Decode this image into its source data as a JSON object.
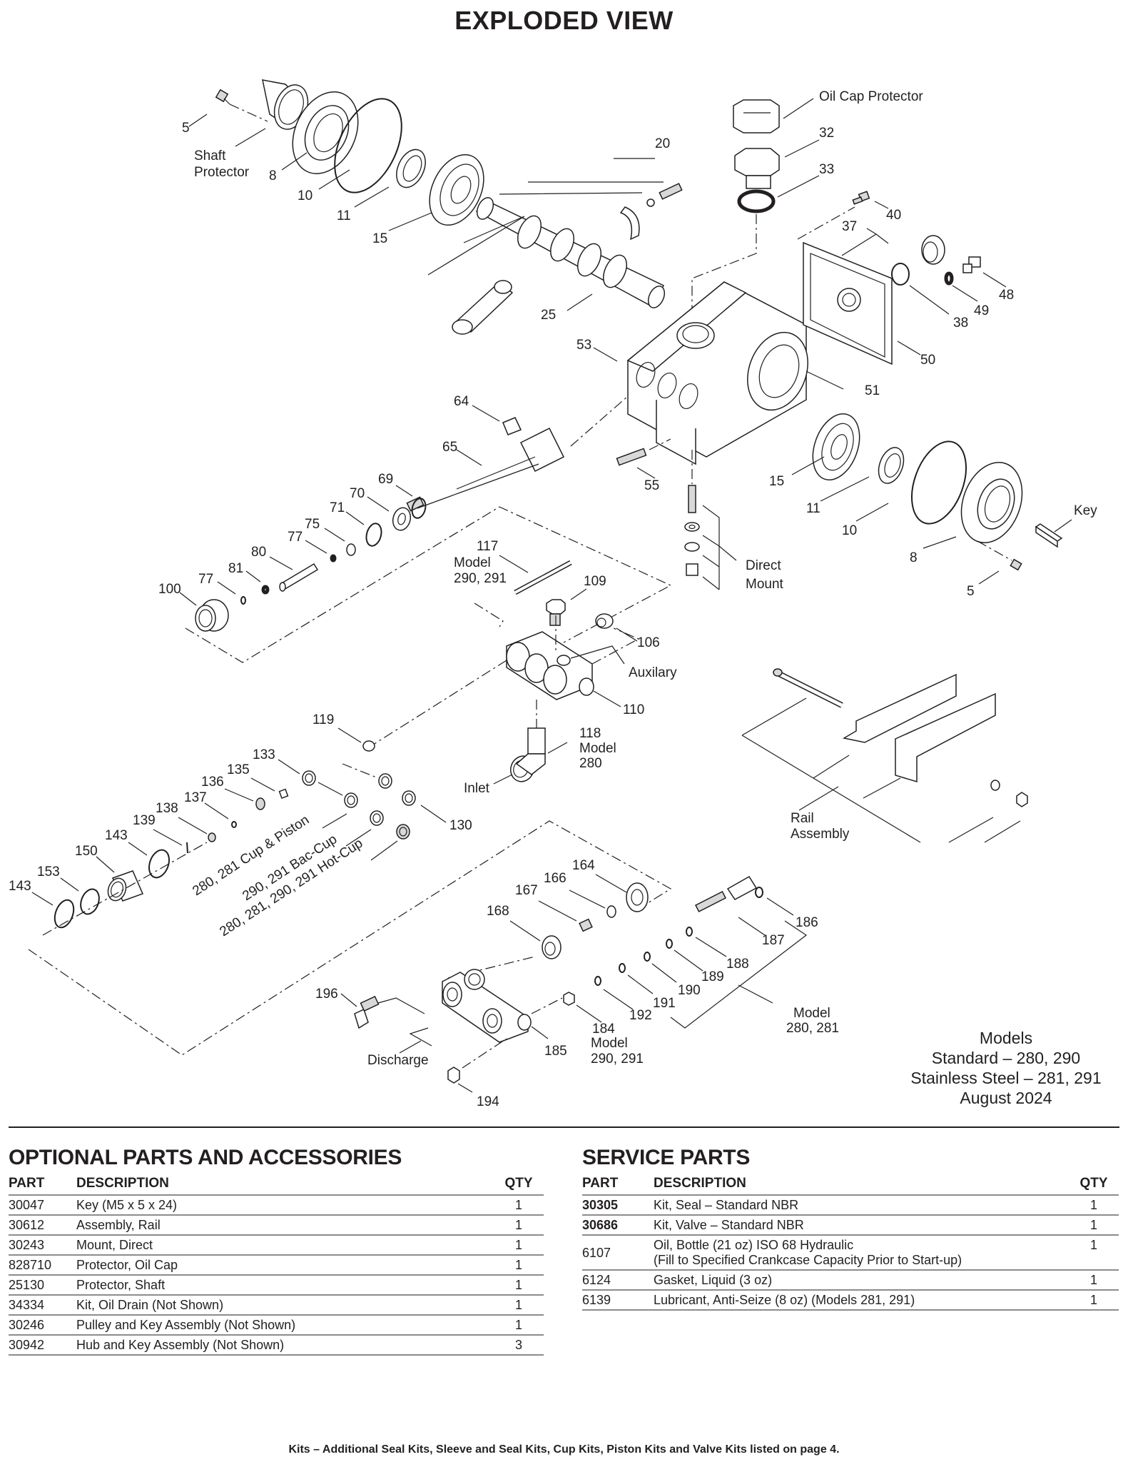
{
  "page": {
    "title": "EXPLODED VIEW",
    "footer_note": "Kits – Additional Seal Kits, Sleeve and Seal Kits, Cup Kits, Piston Kits and Valve Kits listed on page 4."
  },
  "models_block": {
    "heading": "Models",
    "standard": "Standard – 280, 290",
    "stainless": "Stainless Steel – 281, 291",
    "date": "August 2024"
  },
  "diagram": {
    "callouts": {
      "c5a": "5",
      "shaft_protector_1": "Shaft",
      "shaft_protector_2": "Protector",
      "c8a": "8",
      "c10a": "10",
      "c11a": "11",
      "c15a": "15",
      "c20": "20",
      "c25": "25",
      "oil_cap_protector": "Oil Cap Protector",
      "c32": "32",
      "c33": "33",
      "c40": "40",
      "c37": "37",
      "c48": "48",
      "c49": "49",
      "c38": "38",
      "c50": "50",
      "c51": "51",
      "c53": "53",
      "c64": "64",
      "c65": "65",
      "c55": "55",
      "c15b": "15",
      "c11b": "11",
      "c10b": "10",
      "c8b": "8",
      "c5b": "5",
      "key": "Key",
      "direct_mount_1": "Direct",
      "direct_mount_2": "Mount",
      "c69": "69",
      "c70": "70",
      "c71": "71",
      "c75": "75",
      "c77a": "77",
      "c80": "80",
      "c81": "81",
      "c77b": "77",
      "c100": "100",
      "c117": "117",
      "c117_model1": "Model",
      "c117_model2": "290, 291",
      "c109": "109",
      "c106": "106",
      "auxilary": "Auxilary",
      "c110": "110",
      "c119": "119",
      "c118": "118",
      "c118_model1": "Model",
      "c118_model2": "280",
      "inlet": "Inlet",
      "rail_assembly_1": "Rail",
      "rail_assembly_2": "Assembly",
      "c133": "133",
      "c135": "135",
      "c136": "136",
      "c137": "137",
      "c138": "138",
      "c139": "139",
      "c143a": "143",
      "c150": "150",
      "c153": "153",
      "c143b": "143",
      "c130": "130",
      "cup_piston": "280, 281 Cup & Piston",
      "bac_cup": "290, 291 Bac-Cup",
      "hot_cup": "280, 281, 290, 291 Hot-Cup",
      "c164": "164",
      "c166": "166",
      "c167": "167",
      "c168": "168",
      "c186": "186",
      "c187": "187",
      "c188": "188",
      "c189": "189",
      "c190": "190",
      "c191": "191",
      "c192": "192",
      "c280_model1": "Model",
      "c280_model2": "280, 281",
      "c196": "196",
      "discharge": "Discharge",
      "c185": "185",
      "c184": "184",
      "c184_model1": "Model",
      "c184_model2": "290, 291",
      "c194": "194"
    }
  },
  "optional_parts": {
    "heading": "OPTIONAL PARTS AND ACCESSORIES",
    "columns": {
      "part": "PART",
      "description": "DESCRIPTION",
      "qty": "QTY"
    },
    "rows": [
      {
        "part": "30047",
        "description": "Key (M5 x 5 x 24)",
        "qty": "1"
      },
      {
        "part": "30612",
        "description": "Assembly, Rail",
        "qty": "1"
      },
      {
        "part": "30243",
        "description": "Mount, Direct",
        "qty": "1"
      },
      {
        "part": "828710",
        "description": "Protector, Oil Cap",
        "qty": "1"
      },
      {
        "part": "25130",
        "description": "Protector, Shaft",
        "qty": "1"
      },
      {
        "part": "34334",
        "description": "Kit, Oil Drain (Not Shown)",
        "qty": "1"
      },
      {
        "part": "30246",
        "description": "Pulley and Key Assembly (Not Shown)",
        "qty": "1"
      },
      {
        "part": "30942",
        "description": "Hub and Key Assembly (Not Shown)",
        "qty": "3"
      }
    ]
  },
  "service_parts": {
    "heading": "SERVICE PARTS",
    "columns": {
      "part": "PART",
      "description": "DESCRIPTION",
      "qty": "QTY"
    },
    "rows": [
      {
        "part": "30305",
        "description": "Kit, Seal – Standard NBR",
        "qty": "1"
      },
      {
        "part": "30686",
        "description": "Kit, Valve – Standard NBR",
        "qty": "1"
      },
      {
        "part": "6107",
        "description": "Oil, Bottle (21 oz) ISO 68 Hydraulic",
        "description2": "(Fill to Specified Crankcase Capacity Prior to Start-up)",
        "qty": "1"
      },
      {
        "part": "6124",
        "description": "Gasket, Liquid (3 oz)",
        "qty": "1"
      },
      {
        "part": "6139",
        "description": "Lubricant, Anti-Seize (8 oz) (Models 281, 291)",
        "qty": "1"
      }
    ]
  }
}
